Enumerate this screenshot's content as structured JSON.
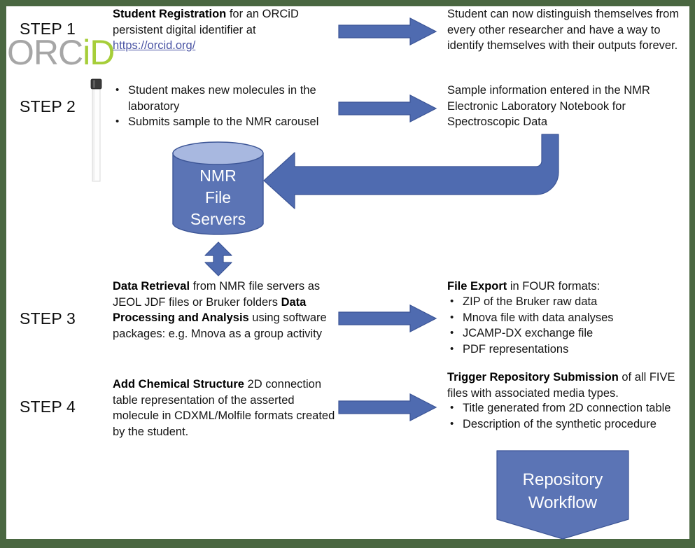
{
  "page": {
    "title": "NMR Data to Repository Student Workflow",
    "frame_color": "#4a6741",
    "accent_blue": "#4f6bb0",
    "accent_blue_dark": "#3c5596",
    "cylinder_top": "#a8b8e0",
    "orcid_grey": "#a6a6a6",
    "orcid_green": "#a6ce39",
    "link_color": "#4a54a4"
  },
  "steps": {
    "step1": {
      "label": "STEP 1",
      "logo_part_one": "ORC",
      "logo_part_two": "iD",
      "left_text_bold": "Student Registration",
      "left_text_rest": " for an ORCiD persistent digital identifier at ",
      "link": "https://orcid.org/",
      "right_text": "Student can now distinguish themselves from every other researcher and have a way to identify themselves with their outputs forever."
    },
    "step2": {
      "label": "STEP 2",
      "bullets": [
        "Student makes new molecules in the laboratory",
        "Submits sample to the NMR carousel"
      ],
      "right_text": "Sample information entered in the NMR Electronic Laboratory Notebook for Spectroscopic Data"
    },
    "step3": {
      "label": "STEP 3",
      "left_bold_one": "Data Retrieval",
      "left_rest_one": " from NMR file servers as JEOL JDF files or Bruker folders",
      "left_bold_two": "Data Processing and Analysis",
      "left_rest_two": " using software packages: e.g. Mnova as a group activity",
      "right_bold": "File Export",
      "right_rest": " in FOUR formats:",
      "right_bullets": [
        "ZIP of the Bruker raw data",
        "Mnova file with data analyses",
        "JCAMP-DX exchange file",
        "PDF representations"
      ]
    },
    "step4": {
      "label": "STEP 4",
      "left_bold": "Add Chemical Structure",
      "left_rest": " 2D connection table representation of the asserted molecule in CDXML/Molfile formats created by the student.",
      "right_bold": "Trigger Repository Submission",
      "right_rest": " of all FIVE files with associated media types.",
      "right_bullets": [
        "Title generated from 2D connection table",
        "Description of the synthetic procedure"
      ]
    }
  },
  "shapes": {
    "cylinder_lines": [
      "NMR",
      "File",
      "Servers"
    ],
    "pentagon_lines": [
      "Repository",
      "Workflow"
    ]
  }
}
